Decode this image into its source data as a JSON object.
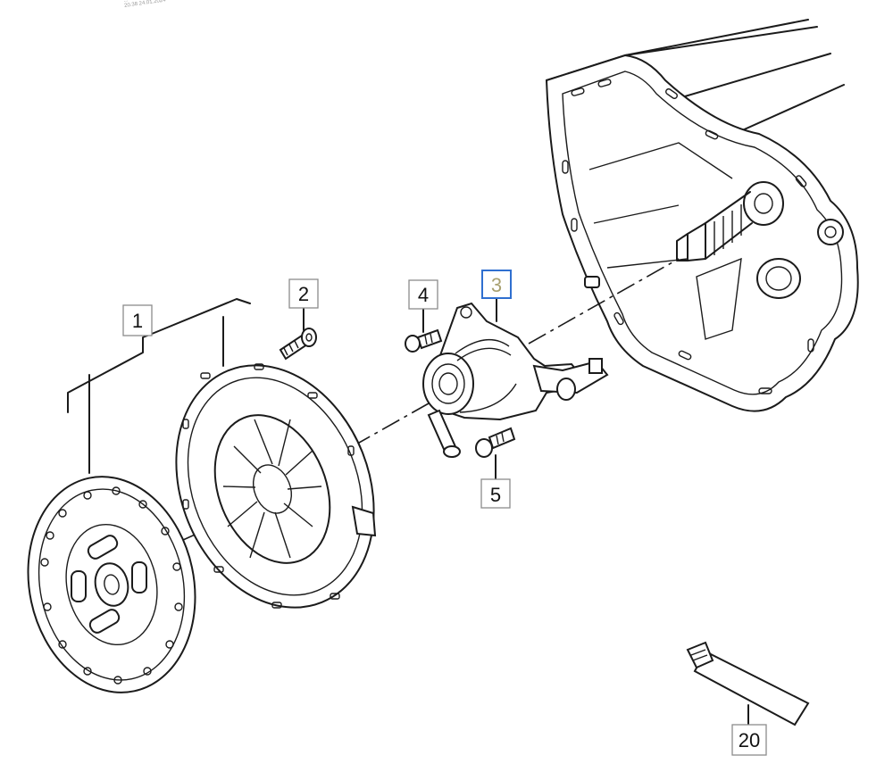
{
  "diagram": {
    "stamp_line1": "...",
    "stamp_line2": "20.38 24.01.2024",
    "callouts": [
      {
        "id": "1",
        "label": "1",
        "highlighted": false
      },
      {
        "id": "2",
        "label": "2",
        "highlighted": false
      },
      {
        "id": "3",
        "label": "3",
        "highlighted": true
      },
      {
        "id": "4",
        "label": "4",
        "highlighted": false
      },
      {
        "id": "5",
        "label": "5",
        "highlighted": false
      },
      {
        "id": "20",
        "label": "20",
        "highlighted": false
      }
    ],
    "colors": {
      "line": "#1b1b1b",
      "callout_border": "#8c8c8c",
      "highlight_border": "#2f6fd0",
      "highlight_text": "#a8a070"
    }
  }
}
